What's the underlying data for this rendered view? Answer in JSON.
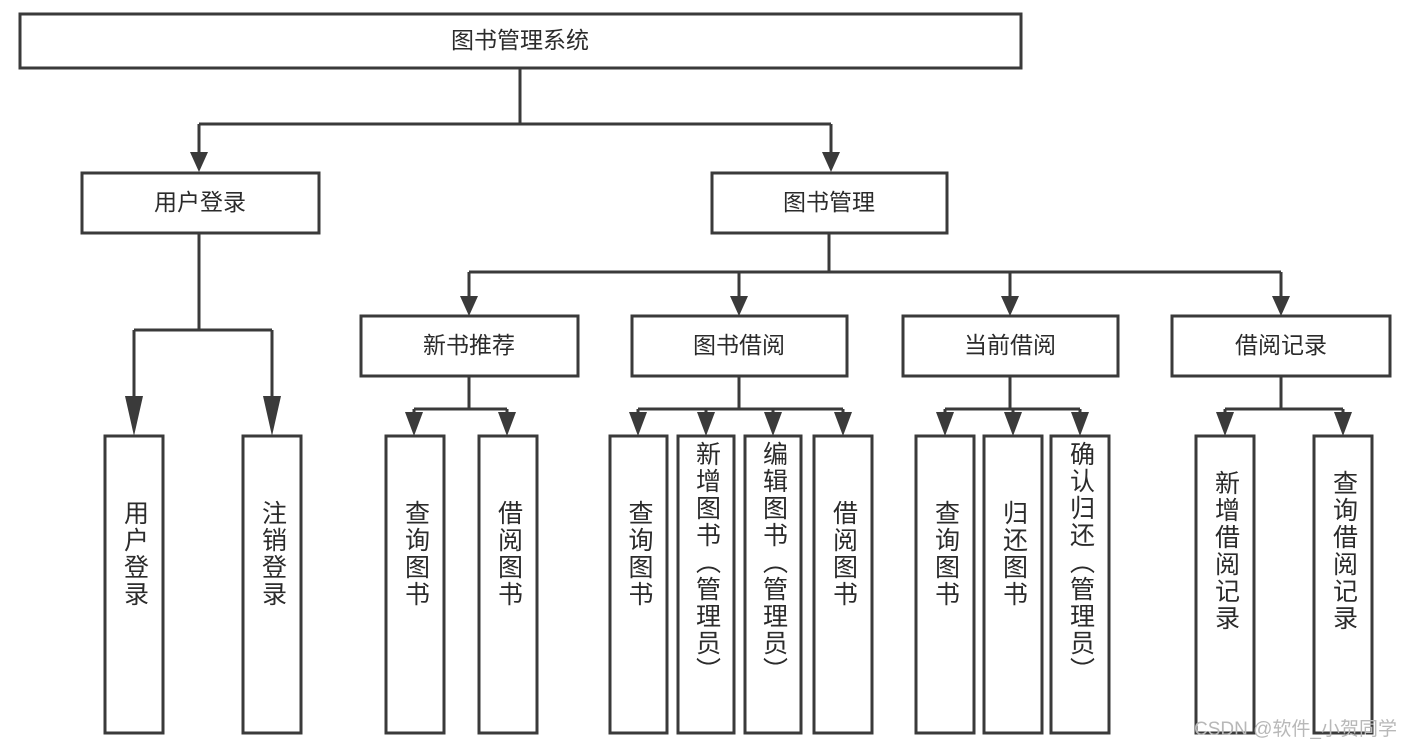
{
  "diagram": {
    "title": "图书管理系统",
    "type": "tree-hierarchy-diagram",
    "root": {
      "label": "图书管理系统"
    },
    "level2": [
      {
        "label": "用户登录"
      },
      {
        "label": "图书管理"
      }
    ],
    "level3": [
      {
        "label": "新书推荐"
      },
      {
        "label": "图书借阅"
      },
      {
        "label": "当前借阅"
      },
      {
        "label": "借阅记录"
      }
    ],
    "leaves": {
      "user_login": [
        {
          "label": "用户登录"
        },
        {
          "label": "注销登录"
        }
      ],
      "new_book": [
        {
          "label": "查询图书"
        },
        {
          "label": "借阅图书"
        }
      ],
      "book_borrow": [
        {
          "label": "查询图书"
        },
        {
          "label": "新增图书（管理员）"
        },
        {
          "label": "编辑图书（管理员）"
        },
        {
          "label": "借阅图书"
        }
      ],
      "current_borrow": [
        {
          "label": "查询图书"
        },
        {
          "label": "归还图书"
        },
        {
          "label": "确认归还（管理员）"
        }
      ],
      "borrow_record": [
        {
          "label": "新增借阅记录"
        },
        {
          "label": "查询借阅记录"
        }
      ]
    }
  },
  "watermark": {
    "text": "CSDN @软件_小贺同学"
  },
  "colors": {
    "stroke": "#3a3a3a",
    "box_fill": "#ffffff",
    "text": "#2b2b2b",
    "watermark": "#b8b8b8",
    "background": "#ffffff"
  }
}
